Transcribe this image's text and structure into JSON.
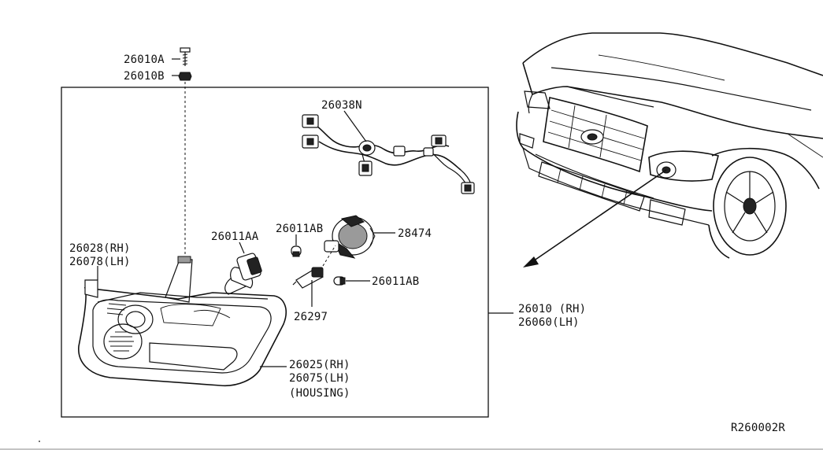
{
  "diagram": {
    "reference_code": "R260002R",
    "labels": {
      "screw": "26010A",
      "nut": "26010B",
      "harness": "26038N",
      "bracket_rh": "26028(RH)",
      "bracket_lh": "26078(LH)",
      "bulb_main": "26011AA",
      "bulb_small_top": "26011AB",
      "socket": "28474",
      "bulb_small_side": "26011AB",
      "igniter": "26297",
      "assembly_rh": "26010 (RH)",
      "assembly_lh": "26060(LH)",
      "housing_rh": "26025(RH)",
      "housing_lh": "26075(LH)",
      "housing_caption": "(HOUSING)"
    }
  }
}
